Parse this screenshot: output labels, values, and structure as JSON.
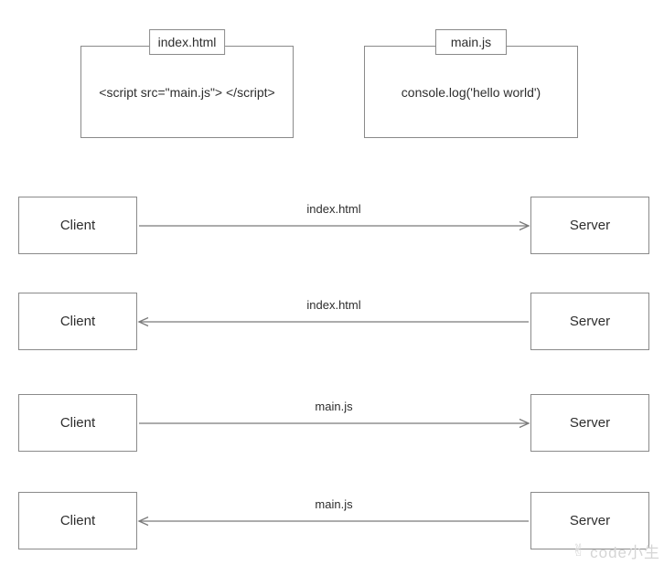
{
  "colors": {
    "background": "#ffffff",
    "box_border": "#8a8a8a",
    "arrow": "#7a7a7a",
    "text": "#2e2e2e",
    "watermark": "#d5d5d5"
  },
  "files": [
    {
      "tab": "index.html",
      "content": "<script src=\"main.js\"> </script>"
    },
    {
      "tab": "main.js",
      "content": "console.log('hello world')"
    }
  ],
  "rows": [
    {
      "left_label": "Client",
      "right_label": "Server",
      "arrow_label": "index.html",
      "direction": "right"
    },
    {
      "left_label": "Client",
      "right_label": "Server",
      "arrow_label": "index.html",
      "direction": "left"
    },
    {
      "left_label": "Client",
      "right_label": "Server",
      "arrow_label": "main.js",
      "direction": "right"
    },
    {
      "left_label": "Client",
      "right_label": "Server",
      "arrow_label": "main.js",
      "direction": "left"
    }
  ],
  "watermark": {
    "icon": "hand-gesture",
    "text": "code小生"
  }
}
